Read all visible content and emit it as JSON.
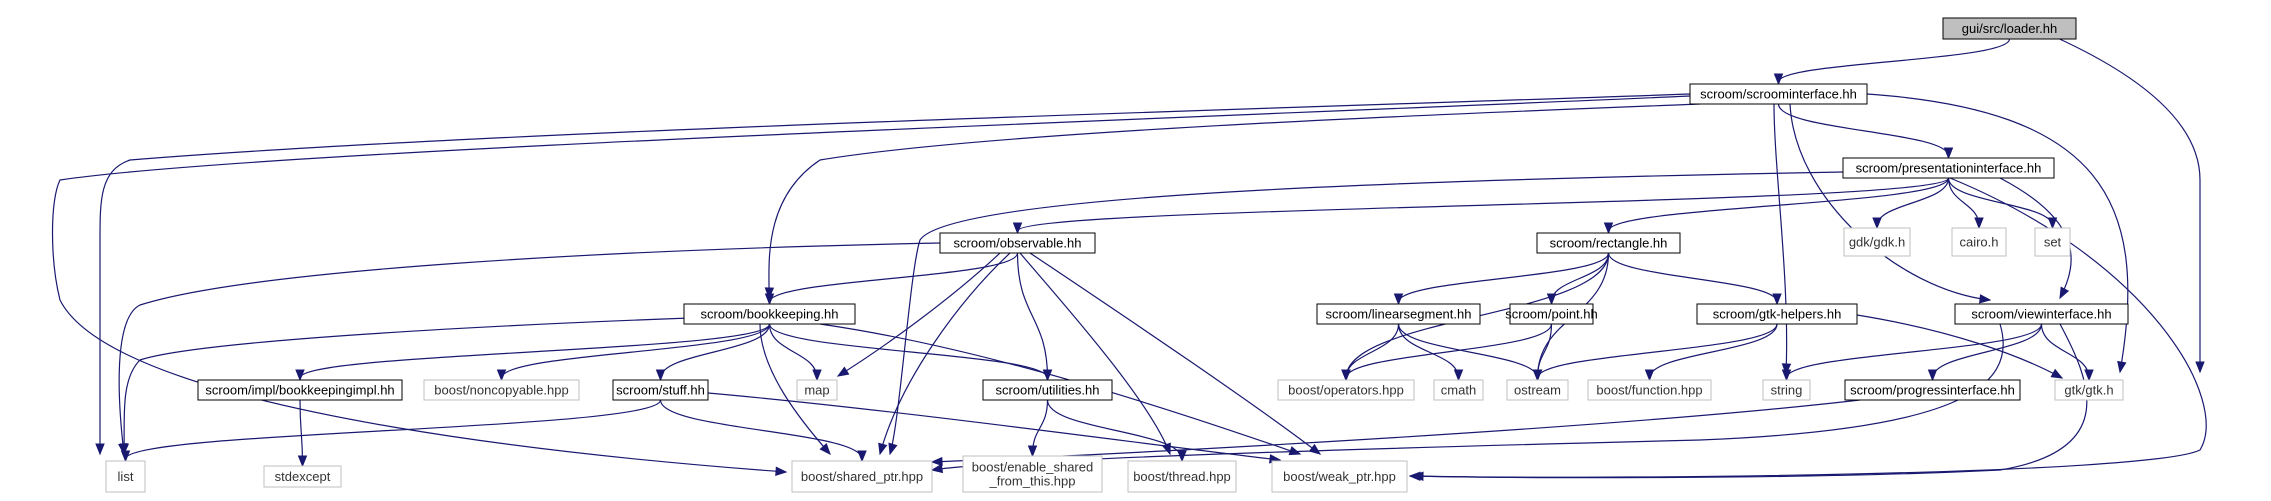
{
  "colors": {
    "edge": "#191970",
    "root_fill": "#bfbfbf",
    "internal_border": "#000000",
    "external_border": "#bfbfbf"
  },
  "nodes": {
    "loader": {
      "label": [
        "gui/src/loader.hh"
      ],
      "kind": "root"
    },
    "scroominterface": {
      "label": [
        "scroom/scroominterface.hh"
      ],
      "kind": "internal"
    },
    "presentationinterface": {
      "label": [
        "scroom/presentationinterface.hh"
      ],
      "kind": "internal"
    },
    "observable": {
      "label": [
        "scroom/observable.hh"
      ],
      "kind": "internal"
    },
    "rectangle": {
      "label": [
        "scroom/rectangle.hh"
      ],
      "kind": "internal"
    },
    "viewinterface": {
      "label": [
        "scroom/viewinterface.hh"
      ],
      "kind": "internal"
    },
    "bookkeeping": {
      "label": [
        "scroom/bookkeeping.hh"
      ],
      "kind": "internal"
    },
    "linearsegment": {
      "label": [
        "scroom/linearsegment.hh"
      ],
      "kind": "internal"
    },
    "point": {
      "label": [
        "scroom/point.hh"
      ],
      "kind": "internal"
    },
    "gtkhelpers": {
      "label": [
        "scroom/gtk-helpers.hh"
      ],
      "kind": "internal"
    },
    "bookkeepingimpl": {
      "label": [
        "scroom/impl/bookkeepingimpl.hh"
      ],
      "kind": "internal"
    },
    "stuff": {
      "label": [
        "scroom/stuff.hh"
      ],
      "kind": "internal"
    },
    "utilities": {
      "label": [
        "scroom/utilities.hh"
      ],
      "kind": "internal"
    },
    "progressinterface": {
      "label": [
        "scroom/progressinterface.hh"
      ],
      "kind": "internal"
    },
    "gdk": {
      "label": [
        "gdk/gdk.h"
      ],
      "kind": "external"
    },
    "cairo": {
      "label": [
        "cairo.h"
      ],
      "kind": "external"
    },
    "set": {
      "label": [
        "set"
      ],
      "kind": "external"
    },
    "noncopyable": {
      "label": [
        "boost/noncopyable.hpp"
      ],
      "kind": "external"
    },
    "map": {
      "label": [
        "map"
      ],
      "kind": "external"
    },
    "operators": {
      "label": [
        "boost/operators.hpp"
      ],
      "kind": "external"
    },
    "cmath": {
      "label": [
        "cmath"
      ],
      "kind": "external"
    },
    "ostream": {
      "label": [
        "ostream"
      ],
      "kind": "external"
    },
    "function": {
      "label": [
        "boost/function.hpp"
      ],
      "kind": "external"
    },
    "string": {
      "label": [
        "string"
      ],
      "kind": "external"
    },
    "gtk": {
      "label": [
        "gtk/gtk.h"
      ],
      "kind": "external"
    },
    "stdexcept": {
      "label": [
        "stdexcept"
      ],
      "kind": "external"
    },
    "list": {
      "label": [
        "list"
      ],
      "kind": "external"
    },
    "shared_ptr": {
      "label": [
        "boost/shared_ptr.hpp"
      ],
      "kind": "external"
    },
    "enable_shared": {
      "label": [
        "boost/enable_shared",
        "_from_this.hpp"
      ],
      "kind": "external"
    },
    "thread": {
      "label": [
        "boost/thread.hpp"
      ],
      "kind": "external"
    },
    "weak_ptr": {
      "label": [
        "boost/weak_ptr.hpp"
      ],
      "kind": "external"
    }
  },
  "edges": [
    [
      "loader",
      "scroominterface"
    ],
    [
      "loader",
      "gtk"
    ],
    [
      "scroominterface",
      "presentationinterface"
    ],
    [
      "scroominterface",
      "viewinterface"
    ],
    [
      "scroominterface",
      "bookkeeping"
    ],
    [
      "scroominterface",
      "list"
    ],
    [
      "scroominterface",
      "shared_ptr"
    ],
    [
      "scroominterface",
      "string"
    ],
    [
      "scroominterface",
      "gtk"
    ],
    [
      "presentationinterface",
      "observable"
    ],
    [
      "presentationinterface",
      "rectangle"
    ],
    [
      "presentationinterface",
      "gdk"
    ],
    [
      "presentationinterface",
      "cairo"
    ],
    [
      "presentationinterface",
      "set"
    ],
    [
      "presentationinterface",
      "viewinterface"
    ],
    [
      "presentationinterface",
      "shared_ptr"
    ],
    [
      "presentationinterface",
      "weak_ptr"
    ],
    [
      "observable",
      "bookkeeping"
    ],
    [
      "observable",
      "list"
    ],
    [
      "observable",
      "map"
    ],
    [
      "observable",
      "utilities"
    ],
    [
      "observable",
      "shared_ptr"
    ],
    [
      "observable",
      "thread"
    ],
    [
      "observable",
      "weak_ptr"
    ],
    [
      "rectangle",
      "linearsegment"
    ],
    [
      "rectangle",
      "point"
    ],
    [
      "rectangle",
      "gtkhelpers"
    ],
    [
      "rectangle",
      "operators"
    ],
    [
      "rectangle",
      "ostream"
    ],
    [
      "linearsegment",
      "operators"
    ],
    [
      "linearsegment",
      "cmath"
    ],
    [
      "linearsegment",
      "ostream"
    ],
    [
      "point",
      "operators"
    ],
    [
      "point",
      "ostream"
    ],
    [
      "gtkhelpers",
      "ostream"
    ],
    [
      "gtkhelpers",
      "function"
    ],
    [
      "gtkhelpers",
      "gtk"
    ],
    [
      "viewinterface",
      "string"
    ],
    [
      "viewinterface",
      "progressinterface"
    ],
    [
      "viewinterface",
      "gtk"
    ],
    [
      "viewinterface",
      "shared_ptr"
    ],
    [
      "viewinterface",
      "weak_ptr"
    ],
    [
      "progressinterface",
      "shared_ptr"
    ],
    [
      "bookkeeping",
      "bookkeepingimpl"
    ],
    [
      "bookkeeping",
      "noncopyable"
    ],
    [
      "bookkeeping",
      "map"
    ],
    [
      "bookkeeping",
      "stuff"
    ],
    [
      "bookkeeping",
      "utilities"
    ],
    [
      "bookkeeping",
      "list"
    ],
    [
      "bookkeeping",
      "shared_ptr"
    ],
    [
      "bookkeeping",
      "weak_ptr"
    ],
    [
      "bookkeepingimpl",
      "stdexcept"
    ],
    [
      "stuff",
      "list"
    ],
    [
      "stuff",
      "shared_ptr"
    ],
    [
      "stuff",
      "weak_ptr"
    ],
    [
      "utilities",
      "enable_shared"
    ],
    [
      "utilities",
      "thread"
    ]
  ]
}
